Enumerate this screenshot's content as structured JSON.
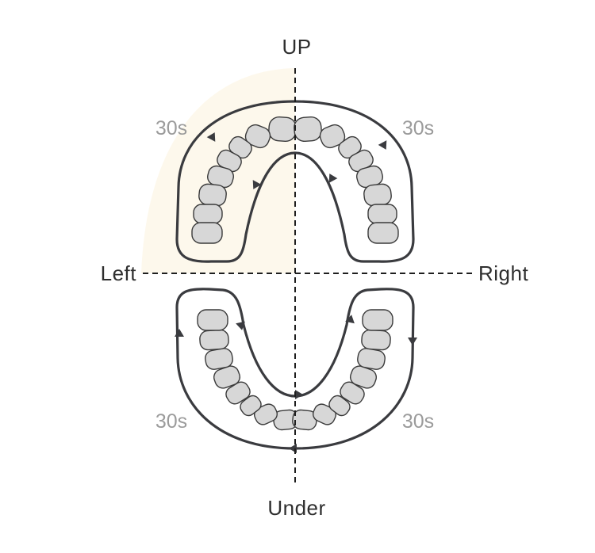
{
  "labels": {
    "up": "UP",
    "under": "Under",
    "left": "Left",
    "right": "Right"
  },
  "quadrants": {
    "upper_left": {
      "time": "30s"
    },
    "upper_right": {
      "time": "30s"
    },
    "lower_left": {
      "time": "30s"
    },
    "lower_right": {
      "time": "30s"
    }
  },
  "colors": {
    "highlight": "#fdf8ec",
    "tooth_fill": "#d7d7d7",
    "outline": "#3a3b3f",
    "time_text": "#9b9b9b"
  },
  "icons": [
    "upper-arch-icon",
    "lower-arch-icon",
    "tooth-icon",
    "direction-arrow-icon"
  ]
}
